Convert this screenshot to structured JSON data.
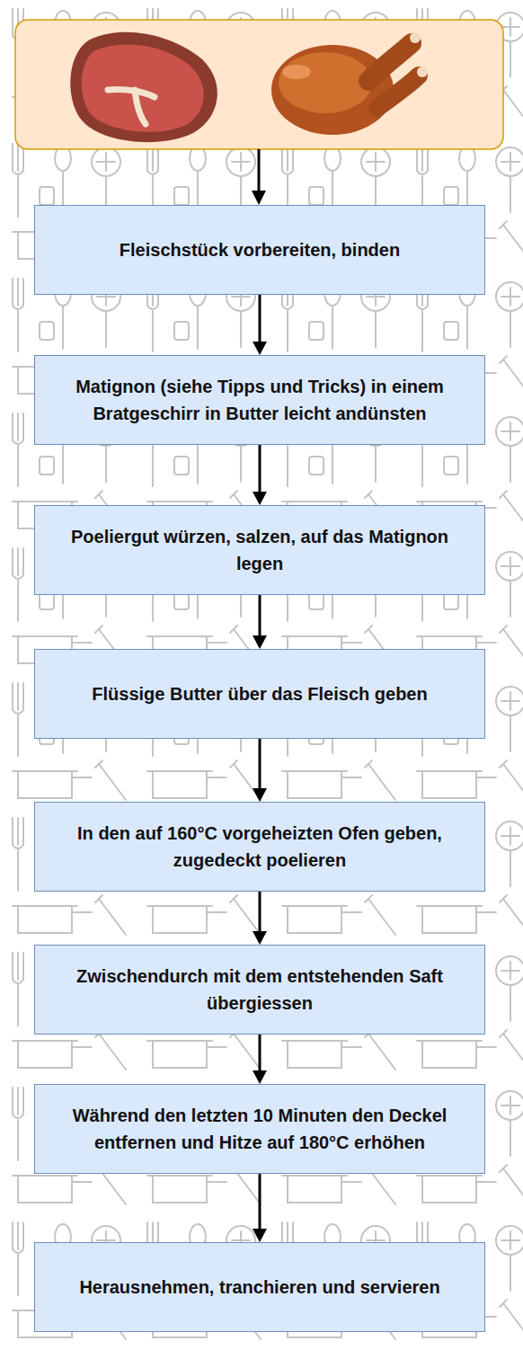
{
  "diagram": {
    "nodes": [
      {
        "text": [
          "Fleischstück vorbereiten, binden"
        ]
      },
      {
        "text": [
          "Matignon (siehe Tipps und Tricks) in einem Bratgeschirr in Butter leicht andünsten"
        ]
      },
      {
        "text": [
          "Poeliergut würzen, salzen, auf das Matignon legen"
        ]
      },
      {
        "text": [
          "Flüssige Butter über das Fleisch geben"
        ]
      },
      {
        "text": [
          "In den auf 160°C vorgeheizten Ofen geben, zugedeckt poelieren"
        ]
      },
      {
        "text": [
          "Zwischendurch mit dem entstehenden Saft übergiessen"
        ]
      },
      {
        "text": [
          "Während den letzten 10 Minuten den Deckel entfernen und Hitze auf 180°C erhöhen"
        ]
      },
      {
        "text": [
          "Herausnehmen, tranchieren und servieren"
        ]
      }
    ],
    "edges": [
      {
        "from": 0,
        "to": 1,
        "arrow": "to"
      },
      {
        "from": 1,
        "to": 2,
        "arrow": "to"
      },
      {
        "from": 2,
        "to": 3,
        "arrow": "to"
      },
      {
        "from": 3,
        "to": 4,
        "arrow": "to"
      },
      {
        "from": 4,
        "to": 5,
        "arrow": "to"
      },
      {
        "from": 5,
        "to": 6,
        "arrow": "to"
      },
      {
        "from": 6,
        "to": 7,
        "arrow": "to"
      }
    ]
  }
}
